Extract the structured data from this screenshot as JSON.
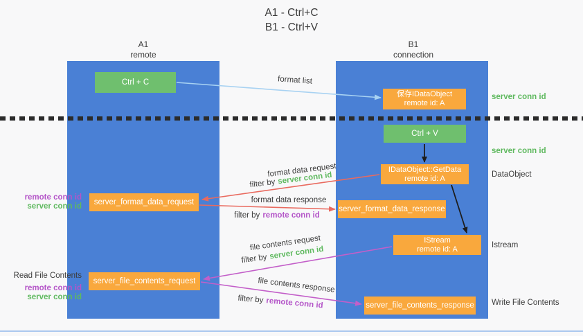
{
  "title": {
    "line1": "A1 - Ctrl+C",
    "line2": "B1 - Ctrl+V"
  },
  "lifelines": {
    "a1": {
      "name": "A1",
      "role": "remote"
    },
    "b1": {
      "name": "B1",
      "role": "connection"
    }
  },
  "nodes": {
    "ctrl_c": {
      "label": "Ctrl + C"
    },
    "ctrl_v": {
      "label": "Ctrl + V"
    },
    "save_idataobject": {
      "line1": "保存IDataObject",
      "line2": "remote id: A"
    },
    "getdata": {
      "line1": "IDataObject::GetData",
      "line2": "remote id: A"
    },
    "istream": {
      "line1": "IStream",
      "line2": "remote id: A"
    },
    "format_request": {
      "label": "server_format_data_request"
    },
    "format_response": {
      "label": "server_format_data_response"
    },
    "file_request": {
      "label": "server_file_contents_request"
    },
    "file_response": {
      "label": "server_file_contents_response"
    }
  },
  "arrow_labels": {
    "format_list": "format list",
    "format_data_request": "format data request",
    "format_data_response": "format data response",
    "file_contents_request": "file contents request",
    "file_contents_response": "file contents response",
    "filter_by": "filter by",
    "server_conn_id": "server conn id",
    "remote_conn_id": "remote conn id"
  },
  "side_labels": {
    "server_conn_id_top": "server conn id",
    "server_conn_id_mid": "server conn id",
    "dataobject": "DataObject",
    "istream": "Istream",
    "write_file_contents": "Write File Contents",
    "read_file_contents": "Read File Contents",
    "remote_conn_id": "remote conn id",
    "server_conn_id": "server conn id"
  },
  "colors": {
    "blue": "#4a80d5",
    "orange": "#f9a83d",
    "green_box": "#6fbf6e",
    "green_label": "#5fb95f",
    "purple_label": "#b455c8",
    "red_arrow": "#e96a5f",
    "magenta_arrow": "#c35fc9",
    "lightblue_arrow": "#a8d2f2",
    "ink": "#3d3d3d",
    "dash": "#2b2b2b",
    "bottom_line": "#abc8ef",
    "bg": "#f8f8f9"
  }
}
